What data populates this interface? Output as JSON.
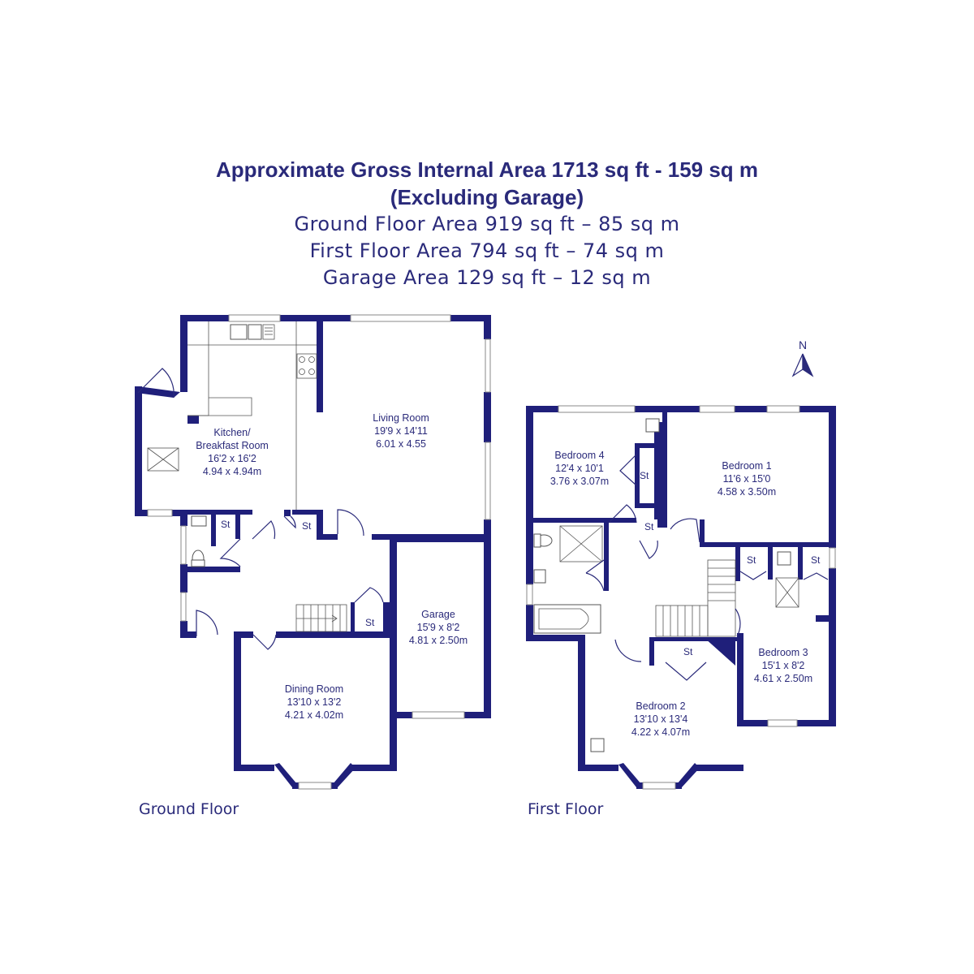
{
  "header": {
    "line1": "Approximate Gross Internal Area 1713 sq ft - 159 sq m",
    "line2": "(Excluding Garage)",
    "line3": "Ground Floor Area 919 sq ft – 85 sq m",
    "line4": "First Floor Area 794 sq ft – 74 sq m",
    "line5": "Garage Area 129 sq ft – 12 sq m"
  },
  "colors": {
    "wall": "#1f1f7a",
    "line": "#2a2a7a",
    "fixture": "#555555"
  },
  "compass": {
    "label": "N",
    "icon": "north-arrow-icon"
  },
  "ground_floor": {
    "label": "Ground Floor",
    "store_label": "St",
    "rooms": {
      "kitchen": {
        "name": "Kitchen/",
        "name2": "Breakfast Room",
        "imperial": "16'2 x 16'2",
        "metric": "4.94 x 4.94m"
      },
      "living": {
        "name": "Living Room",
        "imperial": "19'9 x 14'11",
        "metric": "6.01 x 4.55"
      },
      "garage": {
        "name": "Garage",
        "imperial": "15'9 x 8'2",
        "metric": "4.81 x 2.50m"
      },
      "dining": {
        "name": "Dining Room",
        "imperial": "13'10 x 13'2",
        "metric": "4.21 x 4.02m"
      }
    }
  },
  "first_floor": {
    "label": "First Floor",
    "store_label": "St",
    "rooms": {
      "bedroom4": {
        "name": "Bedroom 4",
        "imperial": "12'4 x 10'1",
        "metric": "3.76 x 3.07m"
      },
      "bedroom1": {
        "name": "Bedroom 1",
        "imperial": "11'6 x 15'0",
        "metric": "4.58 x 3.50m"
      },
      "bedroom3": {
        "name": "Bedroom 3",
        "imperial": "15'1 x 8'2",
        "metric": "4.61 x 2.50m"
      },
      "bedroom2": {
        "name": "Bedroom 2",
        "imperial": "13'10 x 13'4",
        "metric": "4.22 x 4.07m"
      }
    }
  }
}
